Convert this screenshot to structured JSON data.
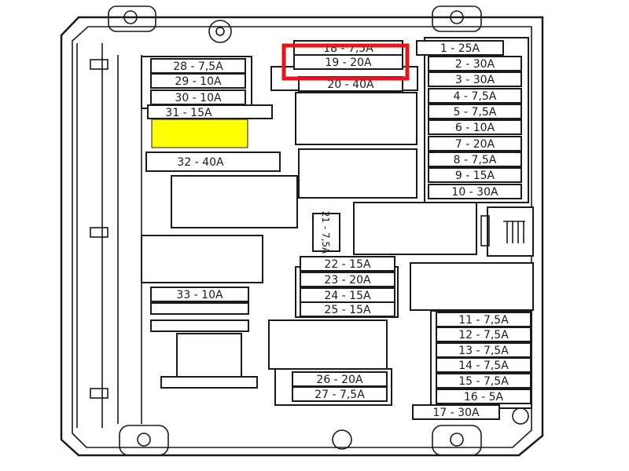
{
  "highlight_color": "#e8141b",
  "empty_slot_color": "#ffff00",
  "fuses": [
    {
      "id": "f18",
      "label": "18 - 7,5A"
    },
    {
      "id": "f19",
      "label": "19 - 20A"
    },
    {
      "id": "f20",
      "label": "20 - 40A"
    },
    {
      "id": "f1",
      "label": "1 - 25A"
    },
    {
      "id": "f2",
      "label": "2 - 30A"
    },
    {
      "id": "f3",
      "label": "3 - 30A"
    },
    {
      "id": "f4",
      "label": "4 - 7,5A"
    },
    {
      "id": "f5",
      "label": "5 - 7,5A"
    },
    {
      "id": "f6",
      "label": "6 - 10A"
    },
    {
      "id": "f7",
      "label": "7 - 20A"
    },
    {
      "id": "f8",
      "label": "8 - 7,5A"
    },
    {
      "id": "f9",
      "label": "9 - 15A"
    },
    {
      "id": "f10",
      "label": "10 - 30A"
    },
    {
      "id": "f28",
      "label": "28 - 7,5A"
    },
    {
      "id": "f29",
      "label": "29 - 10A"
    },
    {
      "id": "f30",
      "label": "30 - 10A"
    },
    {
      "id": "f31",
      "label": "31 - 15A"
    },
    {
      "id": "f32",
      "label": "32 - 40A"
    },
    {
      "id": "f21",
      "label": "21 - 7,5A"
    },
    {
      "id": "f22",
      "label": "22 - 15A"
    },
    {
      "id": "f23",
      "label": "23 - 20A"
    },
    {
      "id": "f24",
      "label": "24 - 15A"
    },
    {
      "id": "f25",
      "label": "25 - 15A"
    },
    {
      "id": "f33",
      "label": "33 - 10A"
    },
    {
      "id": "f11",
      "label": "11 - 7,5A"
    },
    {
      "id": "f12",
      "label": "12 - 7,5A"
    },
    {
      "id": "f13",
      "label": "13 - 7,5A"
    },
    {
      "id": "f14",
      "label": "14 - 7,5A"
    },
    {
      "id": "f15",
      "label": "15 - 7,5A"
    },
    {
      "id": "f16",
      "label": "16 - 5A"
    },
    {
      "id": "f26",
      "label": "26 - 20A"
    },
    {
      "id": "f27",
      "label": "27 - 7,5A"
    },
    {
      "id": "f17",
      "label": "17 - 30A"
    }
  ]
}
